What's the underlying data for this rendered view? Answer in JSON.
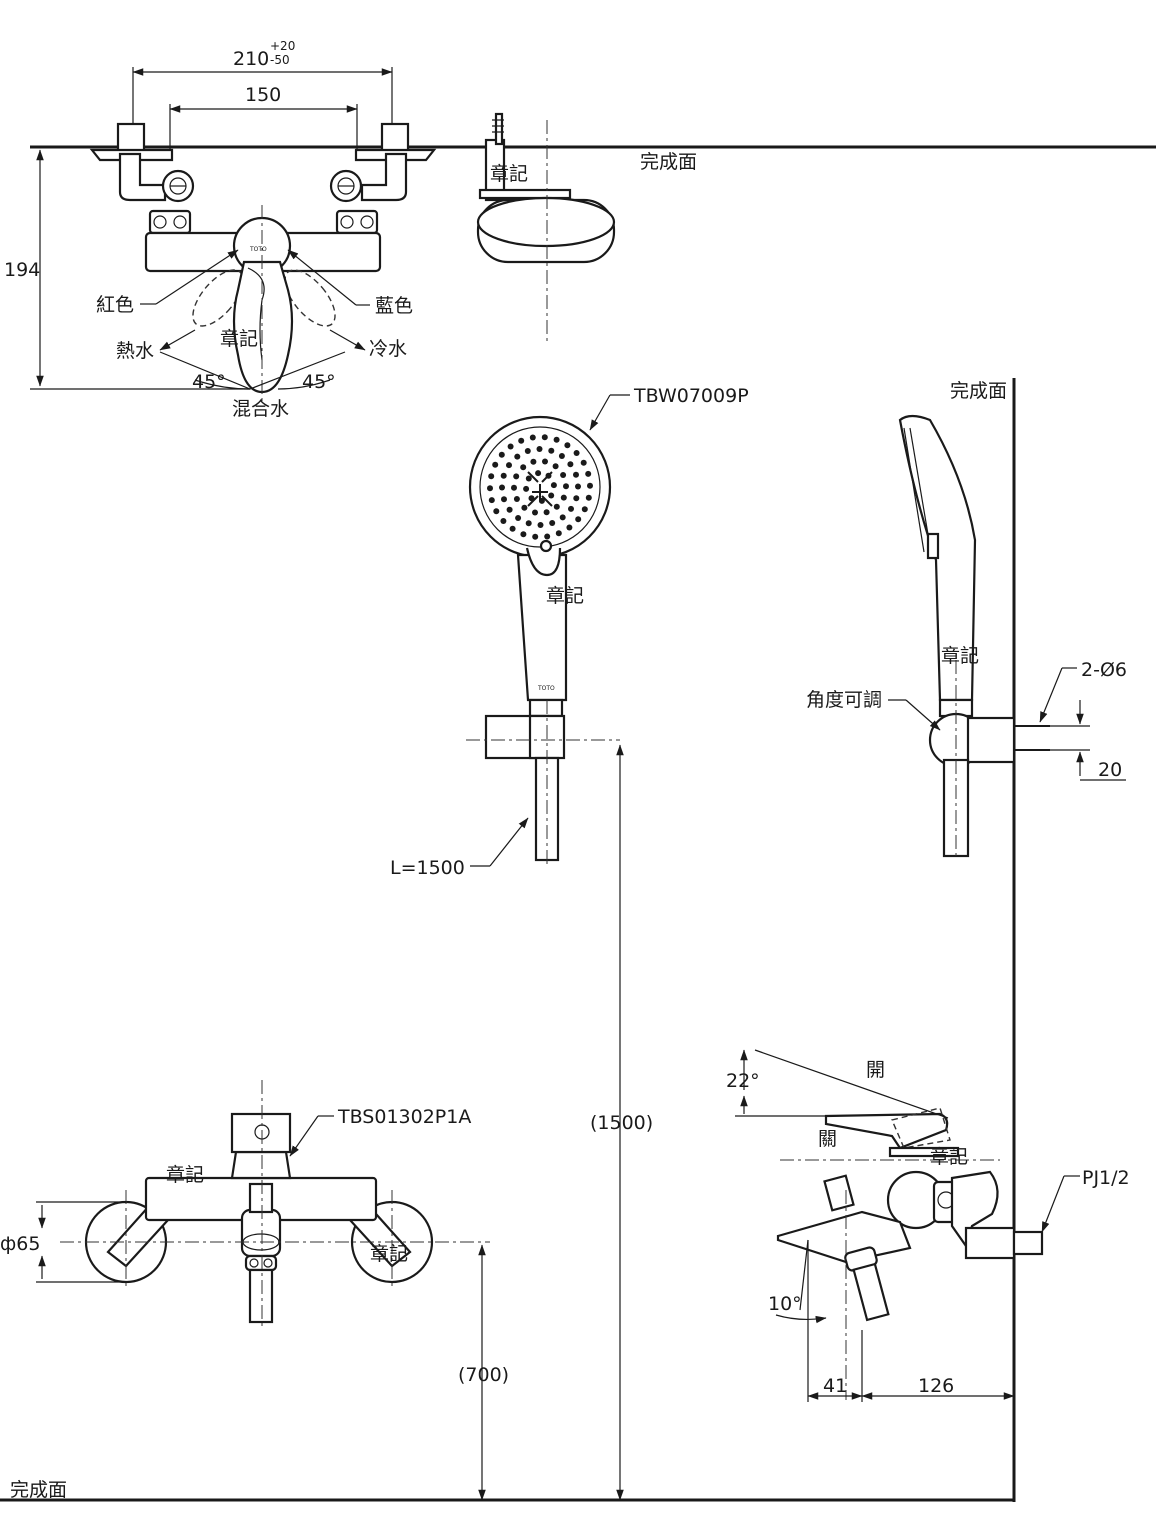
{
  "labels": {
    "dim_210": "210",
    "tol_plus": "+20",
    "tol_minus": "-50",
    "dim_150": "150",
    "dim_194": "194",
    "finish_surface": "完成面",
    "mark": "章記",
    "red": "紅色",
    "blue": "藍色",
    "hot": "熱水",
    "cold": "冷水",
    "angle_45": "45°",
    "mixed": "混合水",
    "handshower_model": "TBW07009P",
    "hose_length": "L=1500",
    "dim_1500": "(1500)",
    "adjustable": "角度可調",
    "holes": "2-Ø6",
    "dim_20": "20",
    "faucet_model": "TBS01302P1A",
    "dia_65": "ф65",
    "dim_700": "(700)",
    "angle_22": "22°",
    "open": "開",
    "close": "關",
    "angle_10": "10°",
    "pipe": "PJ1/2",
    "dim_41": "41",
    "dim_126": "126",
    "brand": "TOTO"
  }
}
